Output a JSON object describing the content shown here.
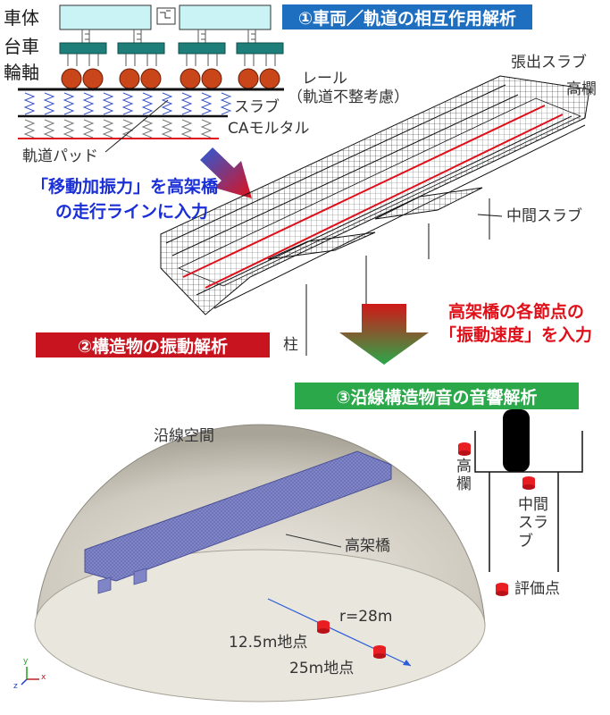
{
  "step1": {
    "title": "①車両／軌道の相互作用解析",
    "color": "#1f6fc0"
  },
  "step2": {
    "title": "②構造物の振動解析",
    "color": "#c8141e"
  },
  "step3": {
    "title": "③沿線構造物音の音響解析",
    "color": "#2aa84a"
  },
  "vehicle_labels": {
    "body": "車体",
    "bogie": "台車",
    "wheelset": "輪軸",
    "rail": "レール",
    "rail_note": "（軌道不整考慮）",
    "slab": "スラブ",
    "ca_mortar": "CAモルタル",
    "track_pad": "軌道パッド"
  },
  "input_note1": {
    "line1": "「移動加振力」を高架橋",
    "line2": "の走行ラインに入力"
  },
  "input_note2": {
    "line1": "高架橋の各節点の",
    "line2": "「振動速度」を入力"
  },
  "bridge_labels": {
    "overhang_slab": "張出スラブ",
    "railing": "高欄",
    "middle_slab": "中間スラブ",
    "column": "柱"
  },
  "acoustic_labels": {
    "space": "沿線空間",
    "viaduct": "高架橋",
    "radius": "r=28m",
    "point_12": "12.5m地点",
    "point_25": "25m地点"
  },
  "cross_section": {
    "railing": "高欄",
    "middle_slab": "中間スラブ",
    "evaluation_point": "評価点"
  },
  "axis_labels": {
    "x": "x",
    "y": "y",
    "z": "z"
  }
}
